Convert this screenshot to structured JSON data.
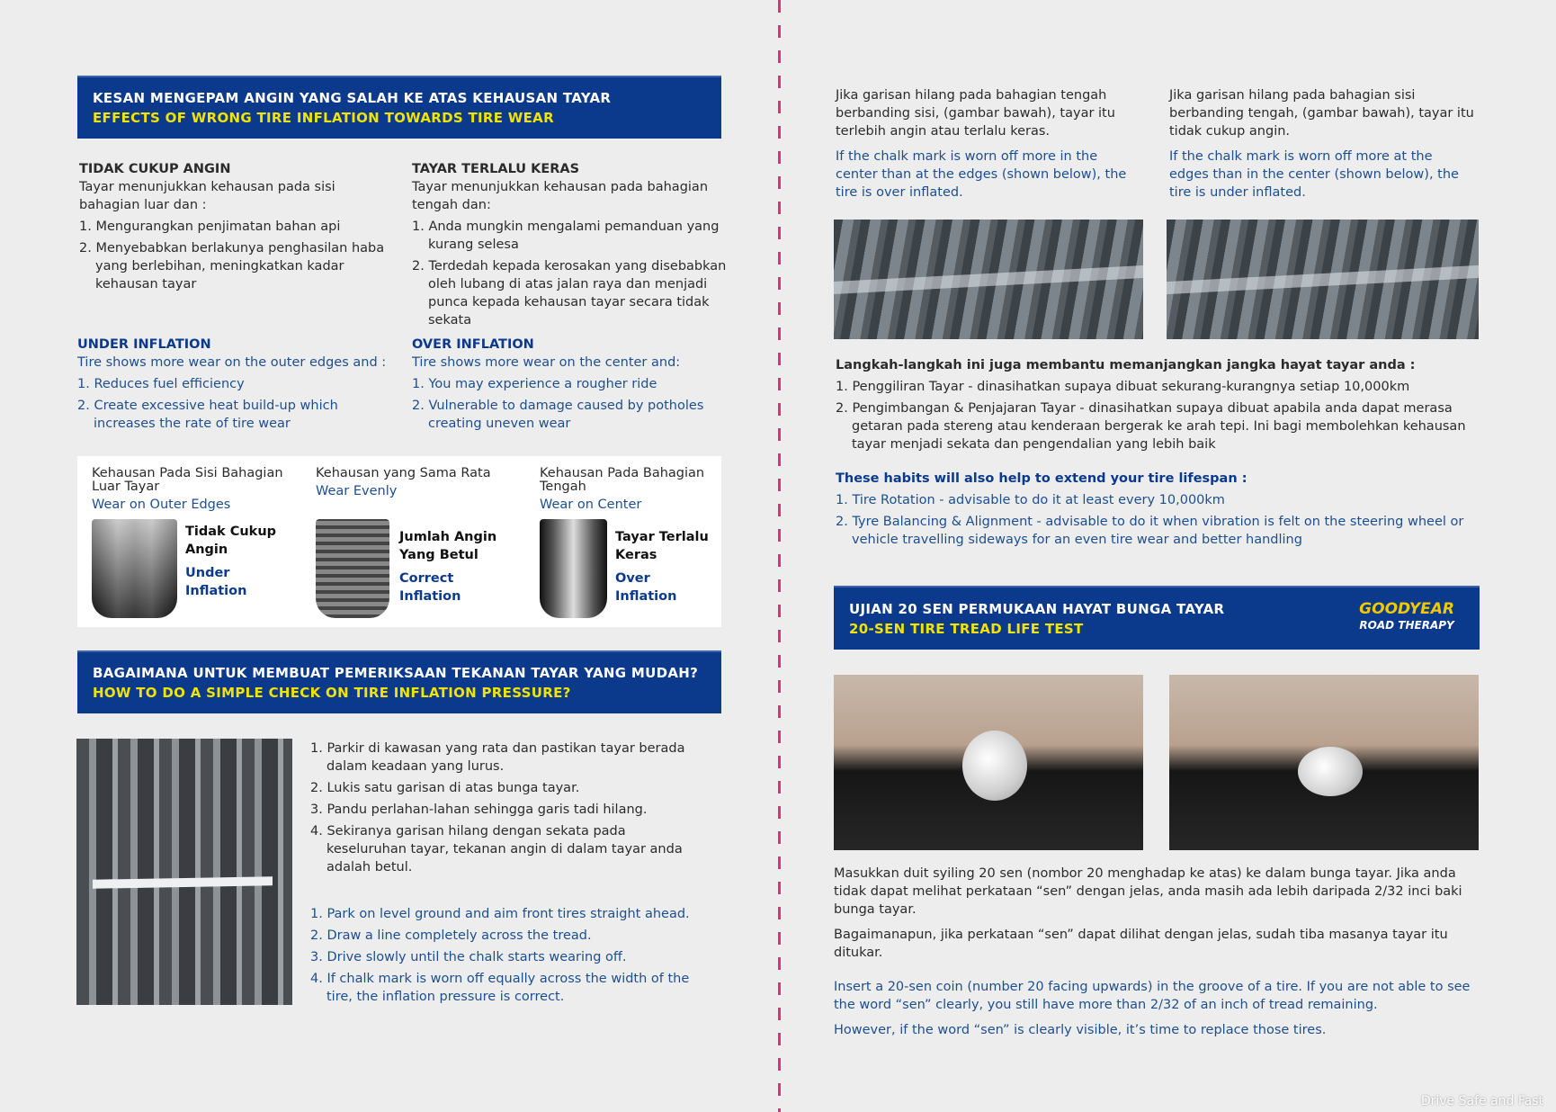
{
  "section1": {
    "title_ms": "KESAN MENGEPAM ANGIN YANG SALAH KE ATAS KEHAUSAN TAYAR",
    "title_en": "EFFECTS OF WRONG TIRE INFLATION TOWARDS TIRE WEAR",
    "under_ms": {
      "heading": "TIDAK CUKUP ANGIN",
      "intro": "Tayar menunjukkan kehausan pada sisi bahagian luar dan :",
      "items": [
        "1. Mengurangkan penjimatan bahan api",
        "2. Menyebabkan berlakunya penghasilan haba yang berlebihan, meningkatkan kadar kehausan tayar"
      ]
    },
    "over_ms": {
      "heading": "TAYAR TERLALU KERAS",
      "intro": "Tayar menunjukkan kehausan pada bahagian tengah dan:",
      "items": [
        "1. Anda mungkin mengalami pemanduan yang kurang selesa",
        "2. Terdedah kepada kerosakan yang disebabkan oleh lubang di atas jalan raya dan menjadi punca kepada kehausan tayar secara tidak sekata"
      ]
    },
    "under_en": {
      "heading": "UNDER INFLATION",
      "intro": "Tire shows more wear on the outer edges and :",
      "items": [
        "1. Reduces fuel efficiency",
        "2. Create excessive heat build-up which increases the rate of tire wear"
      ]
    },
    "over_en": {
      "heading": "OVER INFLATION",
      "intro": "Tire shows more wear on the center and:",
      "items": [
        "1. You may experience a rougher ride",
        "2. Vulnerable to damage caused by potholes creating uneven wear"
      ]
    },
    "wear": [
      {
        "ms": "Kehausan Pada Sisi Bahagian Luar Tayar",
        "en": "Wear on Outer Edges",
        "label_ms": "Tidak Cukup Angin",
        "label_en": "Under Inflation"
      },
      {
        "ms": "Kehausan yang Sama Rata",
        "en": "Wear Evenly",
        "label_ms": "Jumlah Angin Yang Betul",
        "label_en": "Correct Inflation"
      },
      {
        "ms": "Kehausan Pada Bahagian Tengah",
        "en": "Wear on Center",
        "label_ms": "Tayar Terlalu Keras",
        "label_en": "Over Inflation"
      }
    ]
  },
  "section2": {
    "title_ms": "BAGAIMANA UNTUK MEMBUAT PEMERIKSAAN TEKANAN TAYAR YANG MUDAH?",
    "title_en": "HOW TO DO A SIMPLE CHECK ON TIRE INFLATION PRESSURE?",
    "steps_ms": [
      "1. Parkir di kawasan yang rata dan pastikan tayar berada dalam keadaan yang lurus.",
      "2. Lukis satu garisan di atas bunga tayar.",
      "3. Pandu perlahan-lahan sehingga garis tadi hilang.",
      "4. Sekiranya garisan hilang dengan sekata pada keseluruhan tayar, tekanan angin di dalam tayar anda adalah betul."
    ],
    "steps_en": [
      "1. Park on level ground and aim front tires straight ahead.",
      "2. Draw a line completely across the tread.",
      "3. Drive slowly until the chalk starts wearing off.",
      "4. If chalk mark is worn off equally across the width of the tire, the inflation pressure is correct."
    ]
  },
  "chalk": {
    "over_ms": "Jika garisan hilang pada bahagian tengah berbanding sisi, (gambar bawah), tayar itu terlebih angin atau terlalu keras.",
    "over_en": "If the chalk mark is worn off more in the center than at the edges (shown below), the tire is over inflated.",
    "under_ms": "Jika garisan hilang pada bahagian sisi berbanding tengah, (gambar bawah), tayar itu tidak cukup angin.",
    "under_en": "If the chalk mark is worn off more at the edges than in the center (shown below), the tire is under inflated."
  },
  "habits": {
    "heading_ms": "Langkah-langkah ini juga membantu memanjangkan jangka hayat tayar anda :",
    "items_ms": [
      "1. Penggiliran Tayar -  dinasihatkan supaya dibuat sekurang-kurangnya setiap 10,000km",
      "2. Pengimbangan & Penjajaran Tayar  -  dinasihatkan supaya dibuat apabila anda dapat merasa getaran pada stereng atau kenderaan bergerak ke arah tepi. Ini bagi membolehkan kehausan tayar menjadi sekata dan pengendalian yang lebih baik"
    ],
    "heading_en": "These habits will also help to extend your tire lifespan :",
    "items_en": [
      "1. Tire Rotation - advisable to do it at least every 10,000km",
      "2. Tyre Balancing & Alignment -  advisable to do it when vibration is felt on the steering wheel or vehicle travelling sideways for an even tire wear and better handling"
    ]
  },
  "section3": {
    "title_ms": "UJIAN 20 SEN PERMUKAAN HAYAT BUNGA TAYAR",
    "title_en": "20-SEN TIRE TREAD LIFE TEST",
    "logo": "GOODYEAR",
    "logo_sub": "ROAD THERAPY",
    "p1_ms": "Masukkan duit syiling 20 sen (nombor 20 menghadap ke atas) ke dalam bunga tayar. Jika anda tidak dapat melihat perkataan “sen” dengan jelas, anda masih ada lebih daripada 2/32 inci baki bunga tayar.",
    "p2_ms": "Bagaimanapun, jika perkataan “sen” dapat dilihat dengan jelas, sudah tiba masanya tayar itu ditukar.",
    "p1_en": "Insert a 20-sen coin (number 20 facing upwards) in the groove of a tire. If you are not able to see the word “sen” clearly, you still have more than 2/32 of an inch of tread remaining.",
    "p2_en": "However, if the word “sen” is clearly visible, it’s time to replace those tires."
  },
  "watermark": "Drive Safe and Fast"
}
